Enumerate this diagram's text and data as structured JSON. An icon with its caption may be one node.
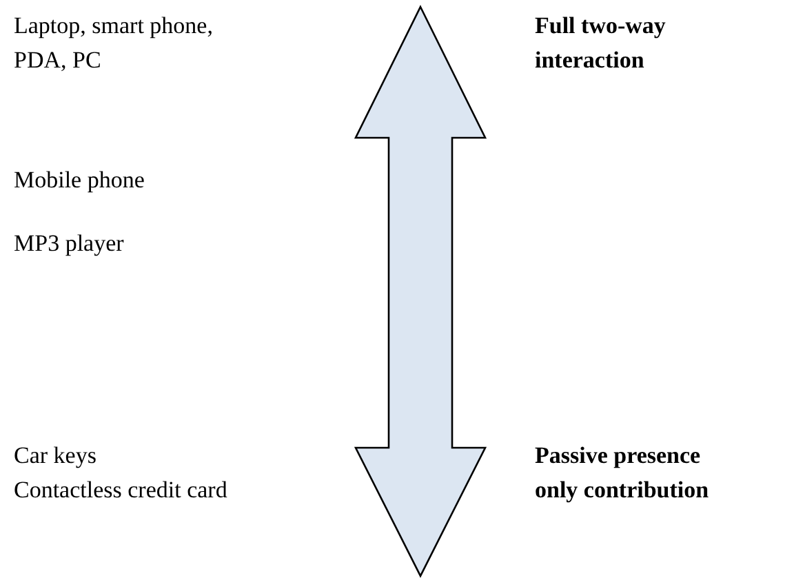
{
  "diagram": {
    "labels": [
      "Laptop, smart phone, PDA, PC",
      "Full two-way interaction",
      "Mobile phone",
      "MP3 player",
      "Car keys",
      "Contactless credit card",
      "Passive presence only contribution"
    ]
  }
}
